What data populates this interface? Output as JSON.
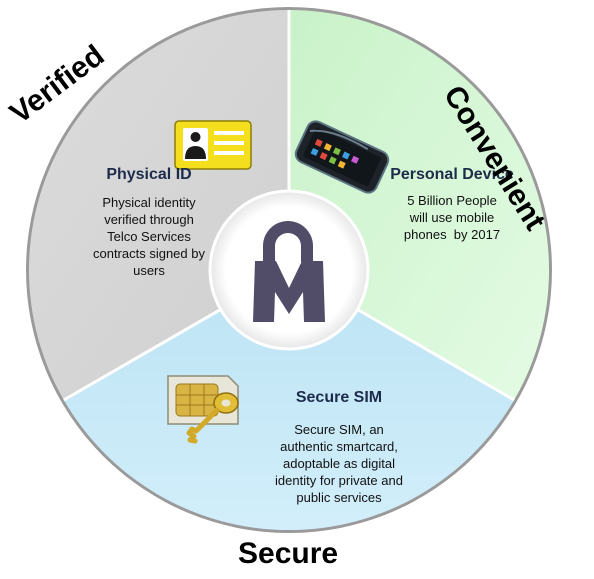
{
  "colors": {
    "verified": "#d6d6d6",
    "convenient": "#d6f7d6",
    "secure": "#c3e6f5",
    "divider": "#ffffff",
    "center": "#ffffff",
    "logo": "#4f4b66",
    "title": "#1e2c4c"
  },
  "segments": {
    "verified": {
      "label": "Verified",
      "title": "Physical ID",
      "lines": [
        "Physical identity",
        "verified through",
        "Telco Services",
        "contracts signed by",
        "users"
      ],
      "icon": "id-card-icon"
    },
    "convenient": {
      "label": "Convenient",
      "title": "Personal Device",
      "lines": [
        "5 Billion People",
        "will use mobile",
        "phones  by 2017"
      ],
      "icon": "smartphone-icon"
    },
    "secure": {
      "label": "Secure",
      "title": "Secure SIM",
      "lines": [
        "Secure SIM, an",
        "authentic smartcard,",
        "adoptable as digital",
        "identity for private and",
        "public services"
      ],
      "icon": "sim-key-icon"
    }
  },
  "center": {
    "icon": "padlock-m-logo-icon"
  }
}
